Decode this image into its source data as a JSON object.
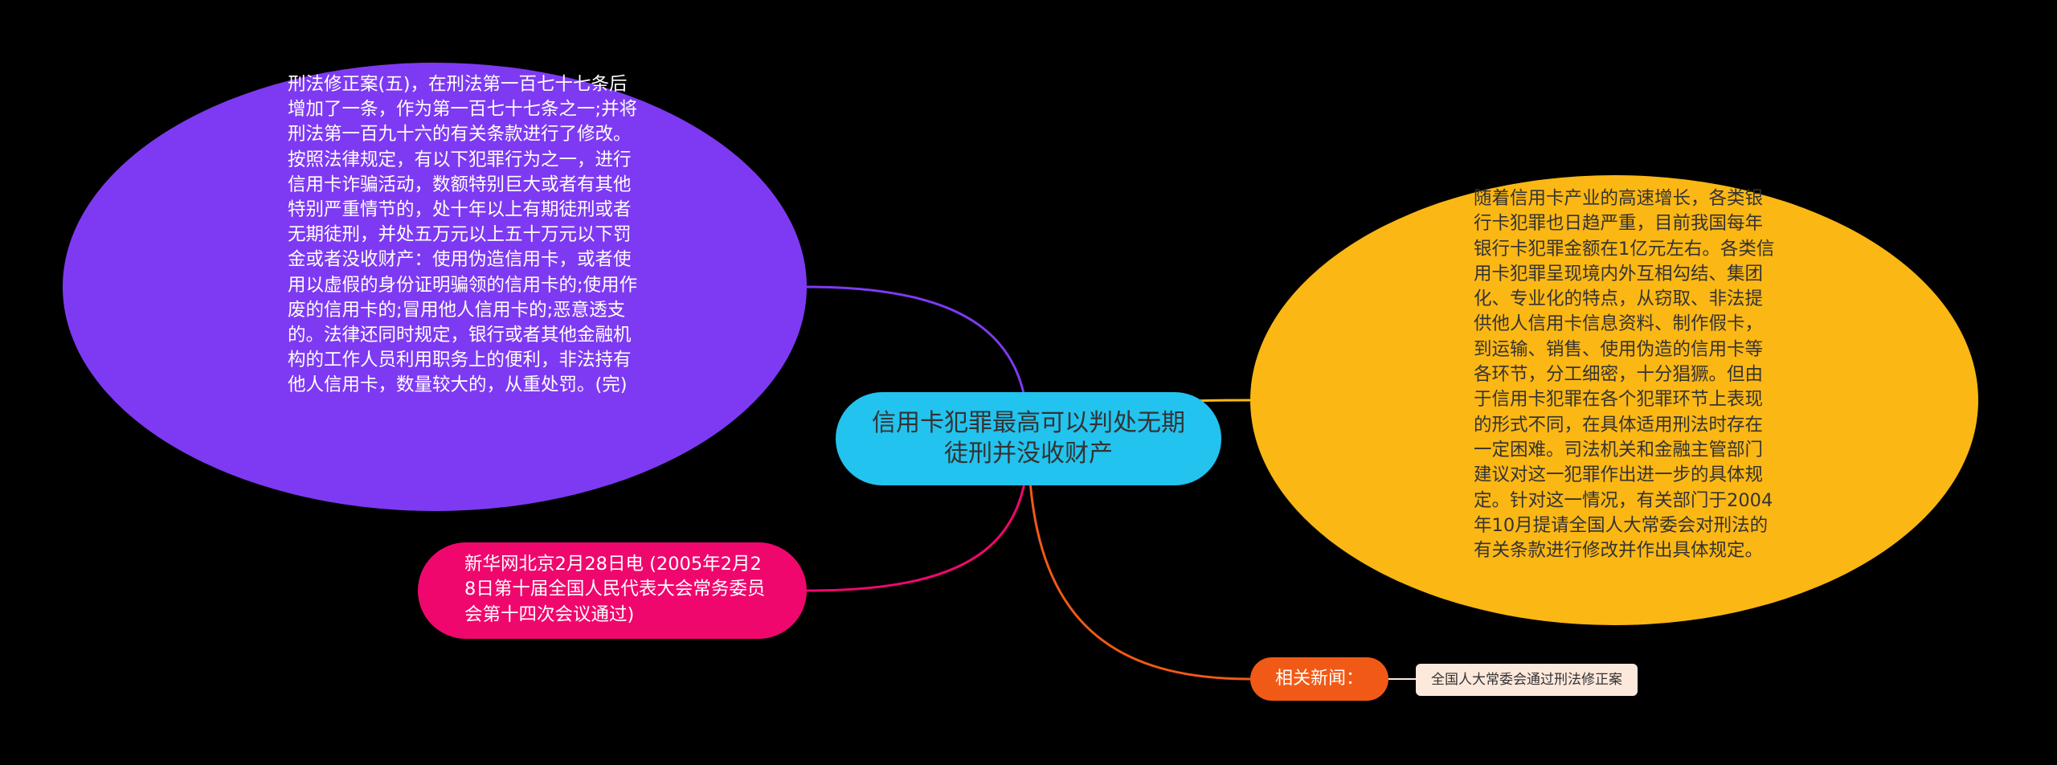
{
  "central_topic": {
    "text": "信用卡犯罪最高可以判处无期徒刑并没收财产",
    "color": "#22c3ee"
  },
  "branches": {
    "amendment_detail": {
      "text": "刑法修正案(五)，在刑法第一百七十七条后增加了一条，作为第一百七十七条之一;并将刑法第一百九十六的有关条款进行了修改。按照法律规定，有以下犯罪行为之一，进行信用卡诈骗活动，数额特别巨大或者有其他特别严重情节的，处十年以上有期徒刑或者无期徒刑，并处五万元以上五十万元以下罚金或者没收财产：使用伪造信用卡，或者使用以虚假的身份证明骗领的信用卡的;使用作废的信用卡的;冒用他人信用卡的;恶意透支的。法律还同时规定，银行或者其他金融机构的工作人员利用职务上的便利，非法持有他人信用卡，数量较大的，从重处罚。(完)",
      "color": "#7e3af2"
    },
    "source": {
      "text": "新华网北京2月28日电 (2005年2月28日第十届全国人民代表大会常务委员会第十四次会议通过)",
      "color": "#f0076d"
    },
    "background": {
      "text": "随着信用卡产业的高速增长，各类银行卡犯罪也日趋严重，目前我国每年银行卡犯罪金额在1亿元左右。各类信用卡犯罪呈现境内外互相勾结、集团化、专业化的特点，从窃取、非法提供他人信用卡信息资料、制作假卡，到运输、销售、使用伪造的信用卡等各环节，分工细密，十分猖獗。但由于信用卡犯罪在各个犯罪环节上表现的形式不同，在具体适用刑法时存在一定困难。司法机关和金融主管部门建议对这一犯罪作出进一步的具体规定。针对这一情况，有关部门于2004年10月提请全国人大常委会对刑法的有关条款进行修改并作出具体规定。",
      "color": "#fbb714"
    },
    "related": {
      "label": "相关新闻：",
      "color": "#f15a16",
      "child": {
        "text": "全国人大常委会通过刑法修正案",
        "color": "#fde8dc"
      }
    }
  }
}
